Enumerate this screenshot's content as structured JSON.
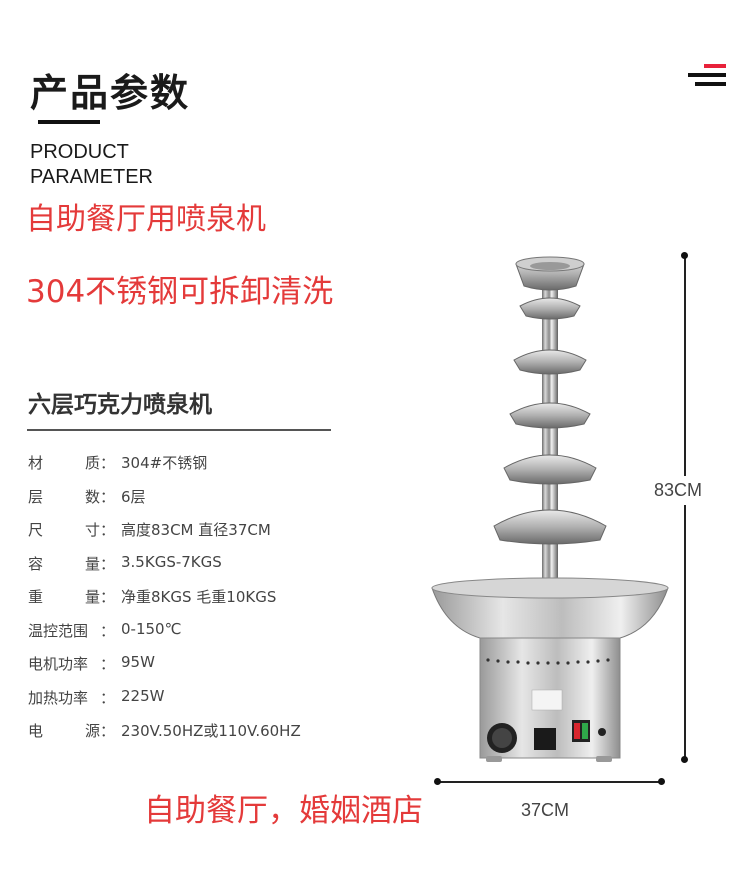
{
  "header": {
    "title_cn": "产品参数",
    "title_en_line1": "PRODUCT",
    "title_en_line2": "PARAMETER",
    "menu_icon": "menu-icon",
    "menu_colors": [
      "#e8213a",
      "#111111",
      "#111111"
    ]
  },
  "promo": {
    "line1": "自助餐厅用喷泉机",
    "line2": "304不锈钢可拆卸清洗",
    "line3": "自助餐厅，婚姻酒店",
    "color": "#e43a3a"
  },
  "product": {
    "name": "六层巧克力喷泉机",
    "specs": [
      {
        "label": [
          "材",
          "质"
        ],
        "value": "304#不锈钢"
      },
      {
        "label": [
          "层",
          "数"
        ],
        "value": "6层"
      },
      {
        "label": [
          "尺",
          "寸"
        ],
        "value": "高度83CM  直径37CM"
      },
      {
        "label": [
          "容",
          "量"
        ],
        "value": "3.5KGS-7KGS"
      },
      {
        "label": [
          "重",
          "量"
        ],
        "value": "净重8KGS  毛重10KGS"
      },
      {
        "label": [
          "温控范围"
        ],
        "value": "0-150℃"
      },
      {
        "label": [
          "电机功率"
        ],
        "value": "95W"
      },
      {
        "label": [
          "加热功率"
        ],
        "value": "225W"
      },
      {
        "label": [
          "电",
          "源"
        ],
        "value": "230V.50HZ或110V.60HZ"
      }
    ],
    "colon": "："
  },
  "dimensions": {
    "height": "83CM",
    "diameter": "37CM"
  },
  "image": {
    "alt": "six-tier stainless steel chocolate fountain"
  }
}
